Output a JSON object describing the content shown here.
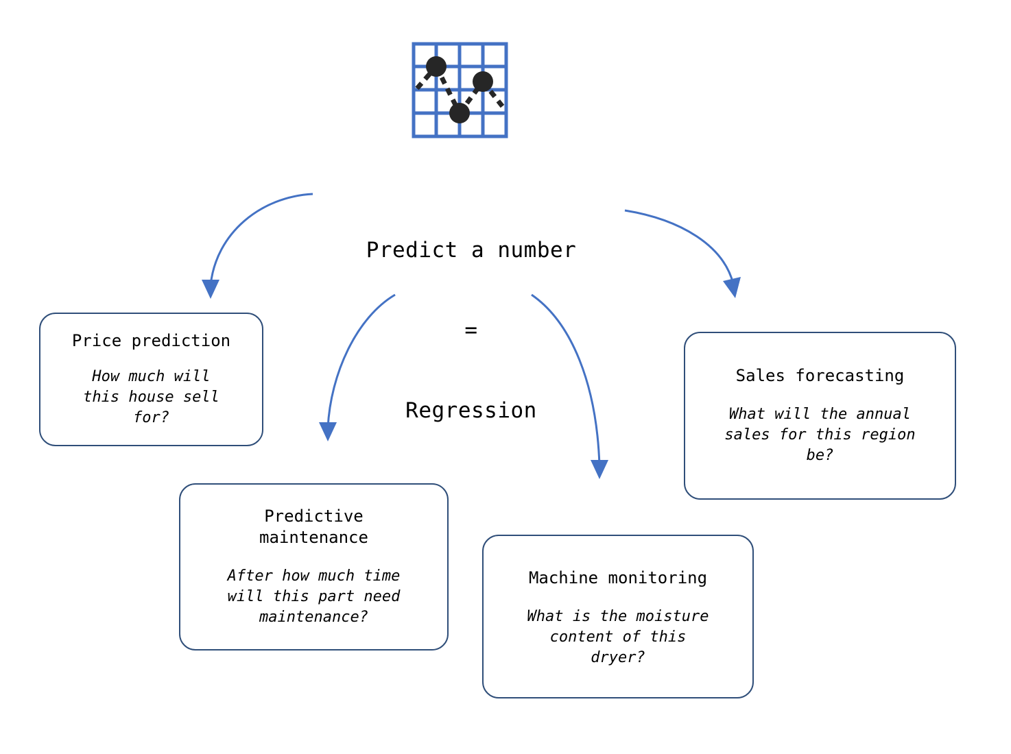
{
  "colors": {
    "arrow": "#4472c4",
    "card_border": "#2f4e79",
    "icon_grid": "#4472c4",
    "icon_dot": "#262626",
    "text": "#000000",
    "background": "#ffffff"
  },
  "icon": {
    "name": "regression-chart-icon",
    "description": "grid square with three dots joined by dashed zigzag line"
  },
  "headline": {
    "line1": "Predict a number",
    "line2": "=",
    "line3": "Regression"
  },
  "cards": [
    {
      "id": "price-prediction",
      "title": "Price prediction",
      "body": "How much will\nthis house sell\nfor?"
    },
    {
      "id": "predictive-maintenance",
      "title": "Predictive\nmaintenance",
      "body": "After how much time\nwill this part need\nmaintenance?"
    },
    {
      "id": "machine-monitoring",
      "title": "Machine monitoring",
      "body": "What is the moisture\ncontent of this\ndryer?"
    },
    {
      "id": "sales-forecasting",
      "title": "Sales forecasting",
      "body": "What will the annual\nsales for this region\nbe?"
    }
  ],
  "arrows": [
    {
      "id": "arrow-to-price-prediction",
      "from": "headline",
      "to": "price-prediction"
    },
    {
      "id": "arrow-to-predictive-maintenance",
      "from": "headline",
      "to": "predictive-maintenance"
    },
    {
      "id": "arrow-to-machine-monitoring",
      "from": "headline",
      "to": "machine-monitoring"
    },
    {
      "id": "arrow-to-sales-forecasting",
      "from": "headline",
      "to": "sales-forecasting"
    }
  ]
}
